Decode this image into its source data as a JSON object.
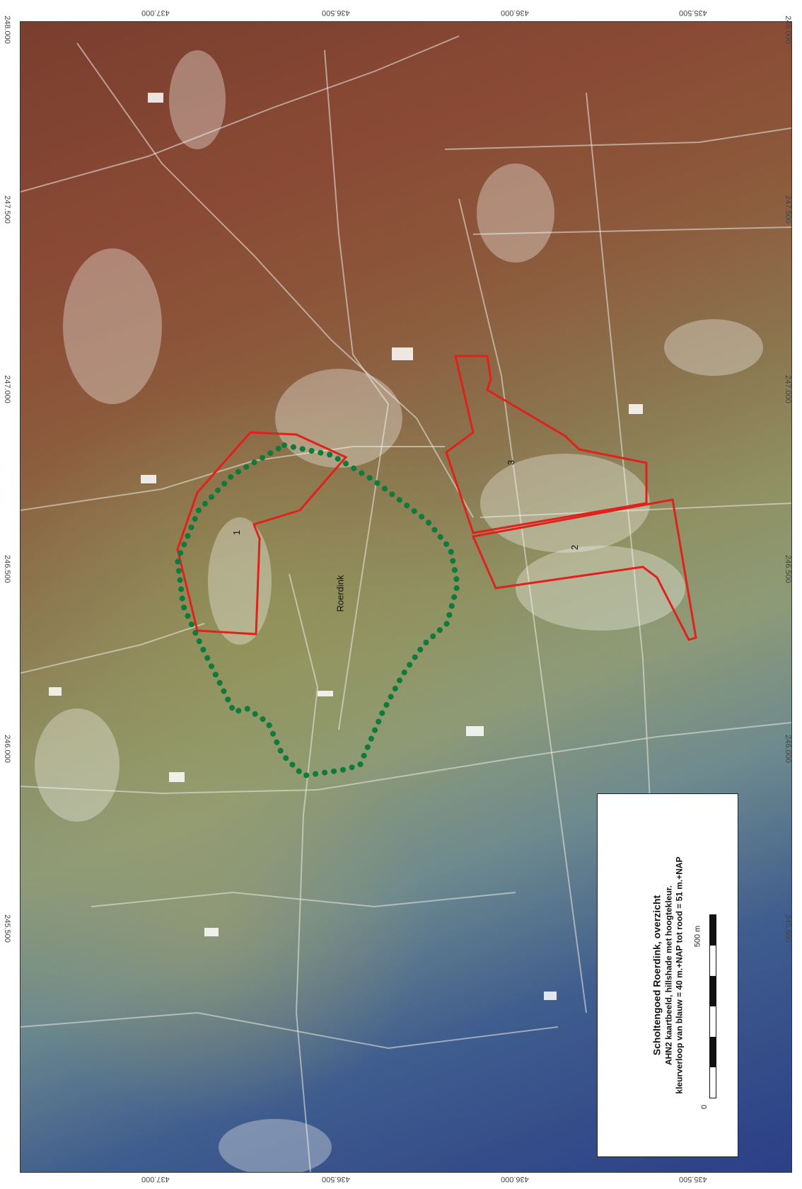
{
  "coordinates": {
    "top": [
      "437.000",
      "436.500",
      "436.000",
      "435.500"
    ],
    "bottom": [
      "437.000",
      "436.500",
      "436.000",
      "435.500"
    ],
    "left": [
      "248.000",
      "247.500",
      "247.000",
      "246.500",
      "246.000",
      "245.500"
    ],
    "right": [
      "248.000",
      "247.500",
      "247.000",
      "246.500",
      "246.000",
      "245.500"
    ]
  },
  "legend": {
    "title": "Scholtengoed Roerdink, overzicht",
    "line1": "AHN2 kaartbeeld, hillshade met hoogtekleur.",
    "line2": "kleurverloop van blauw = 40 m.+NAP tot rood = 51 m.+NAP"
  },
  "scale": {
    "start": "0",
    "end": "500 m"
  },
  "map_labels": {
    "place": "Roerdink",
    "area1": "1",
    "area2": "2",
    "area3": "3"
  },
  "colors": {
    "boundary_red": "#e0211c",
    "dotted_green": "#0e7a3c",
    "elevation_low": "#2b3f86",
    "elevation_high": "#7a3e2e"
  }
}
